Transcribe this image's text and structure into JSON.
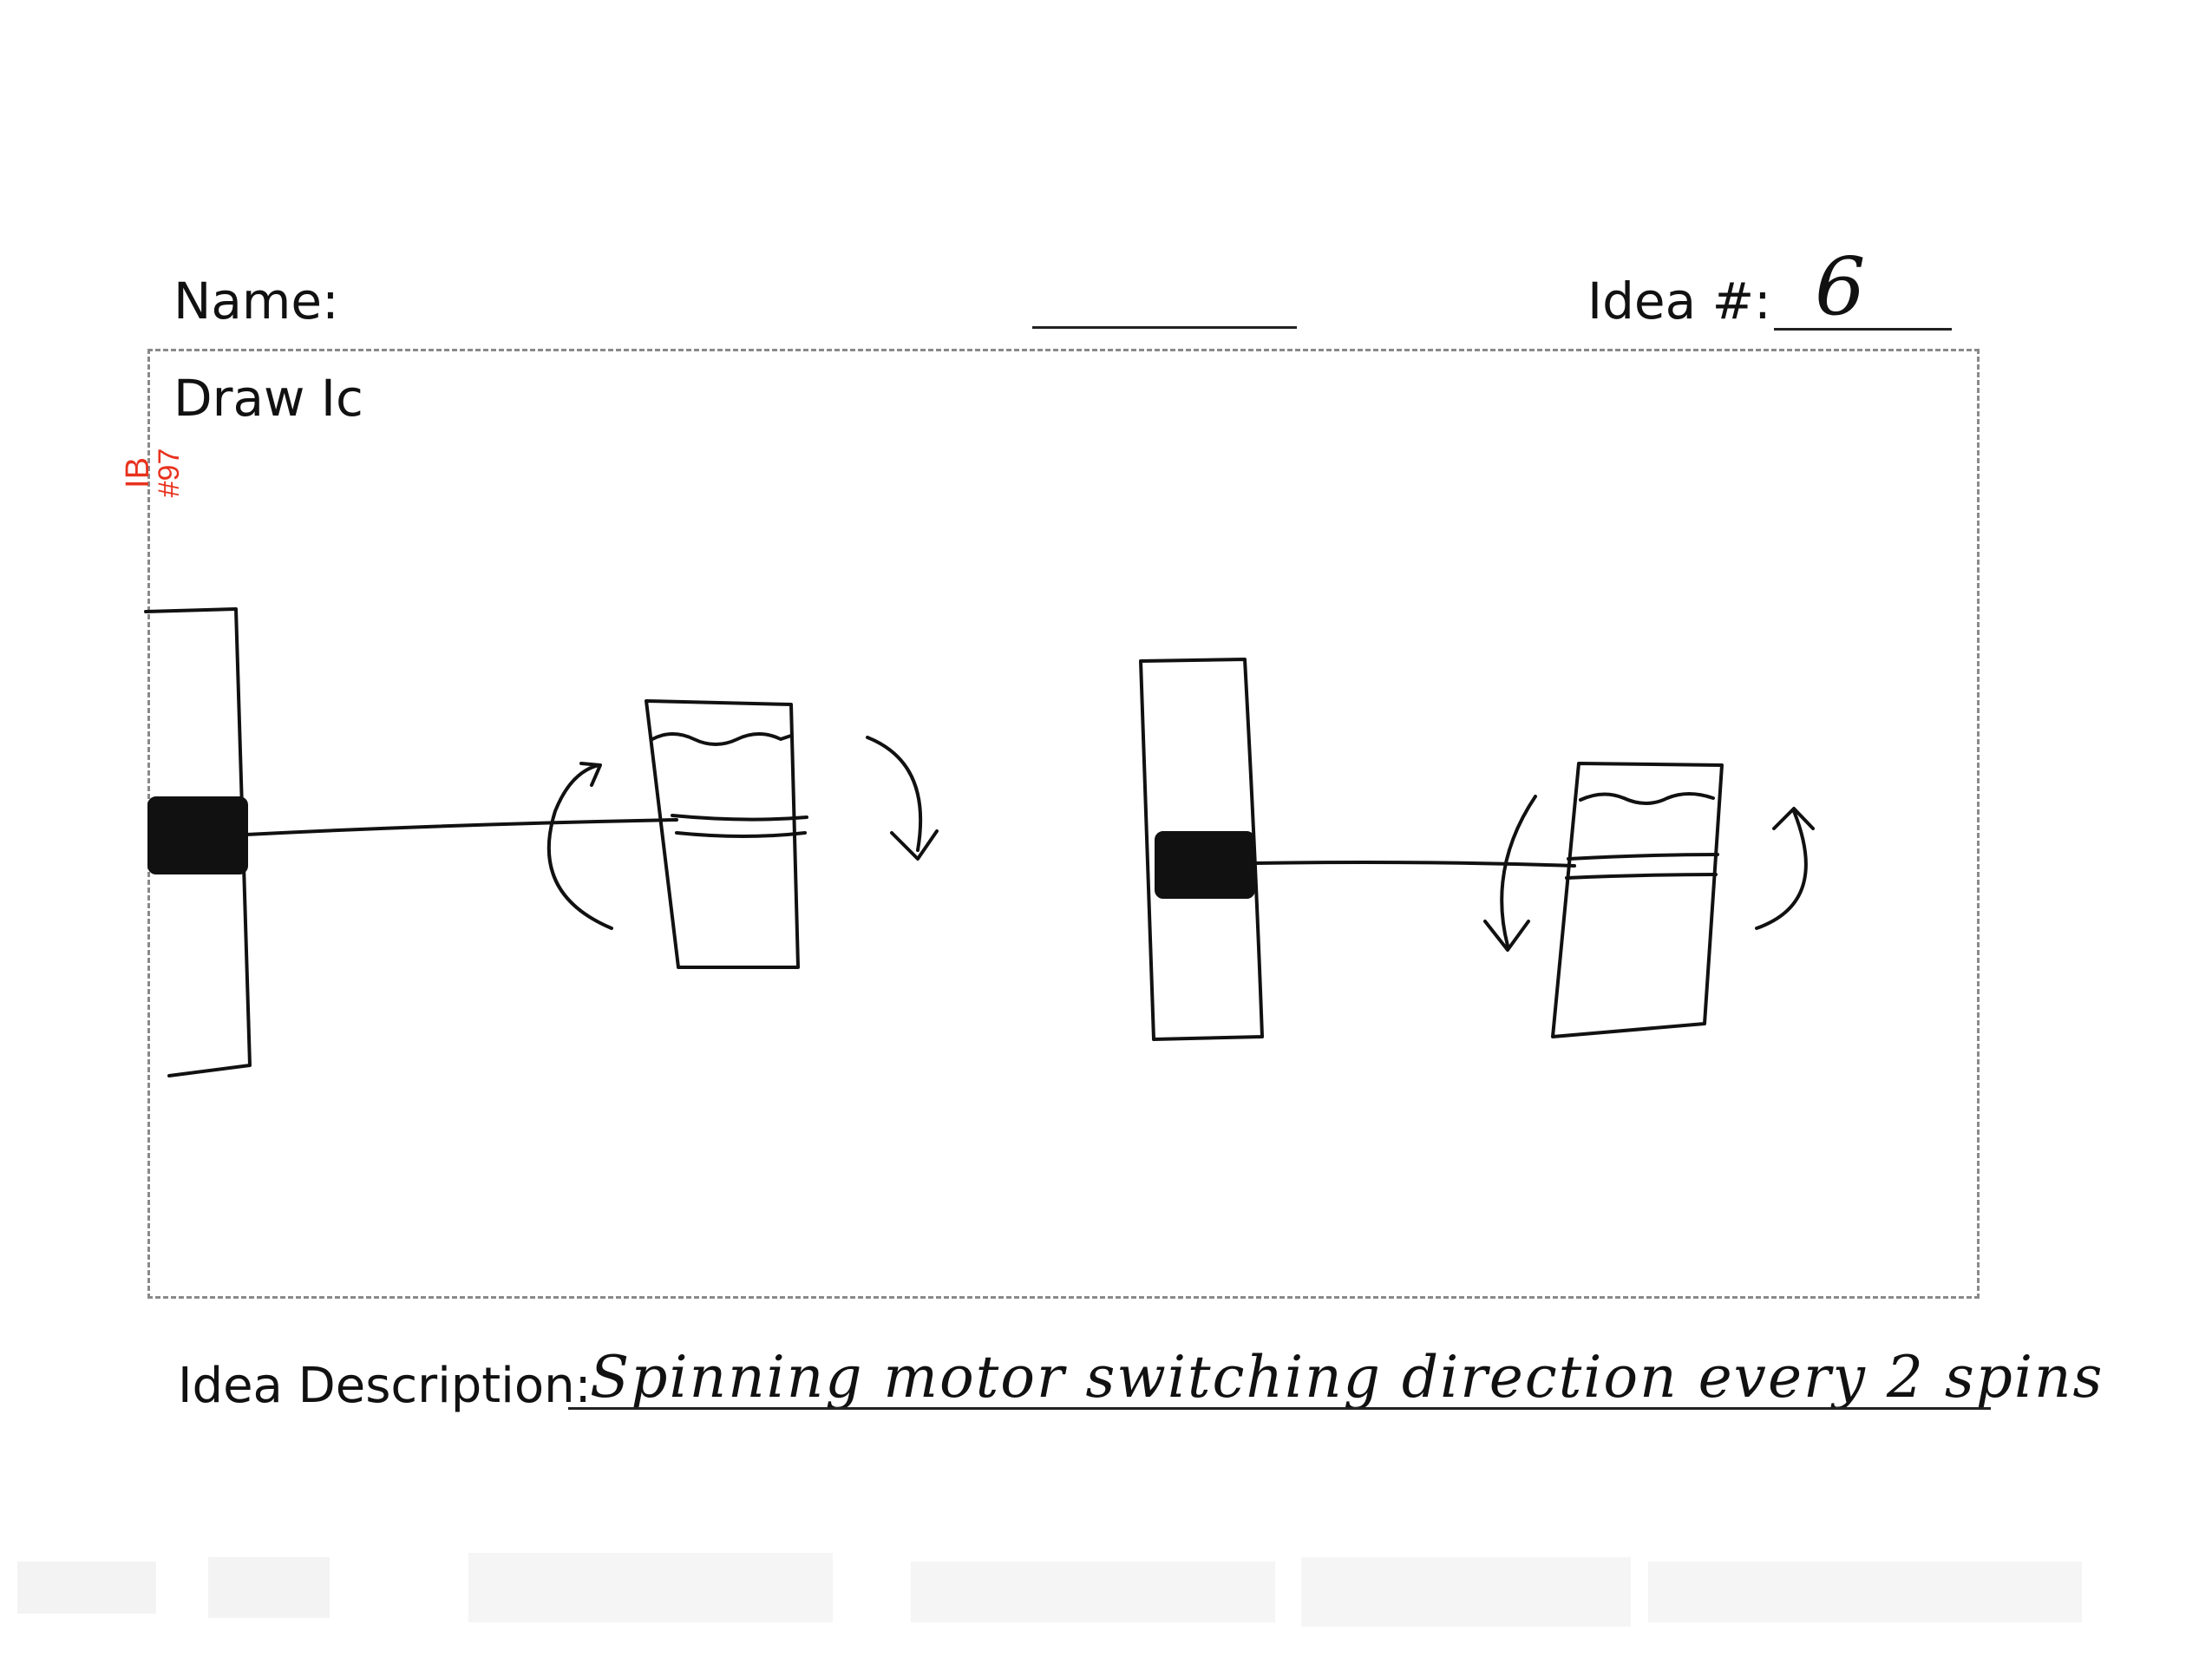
{
  "form": {
    "name_label": "Name:",
    "idea_number_label": "Idea #:",
    "idea_number_value": "6",
    "draw_label": "Draw Ic",
    "description_label": "Idea Description:",
    "description_value": "Spinning motor switching direction every 2 spins"
  },
  "stamp": {
    "line1": "IB",
    "line2": "#97"
  },
  "colors": {
    "stamp": "#e8321e",
    "ink": "#111111",
    "frame": "#8a8a8a"
  }
}
